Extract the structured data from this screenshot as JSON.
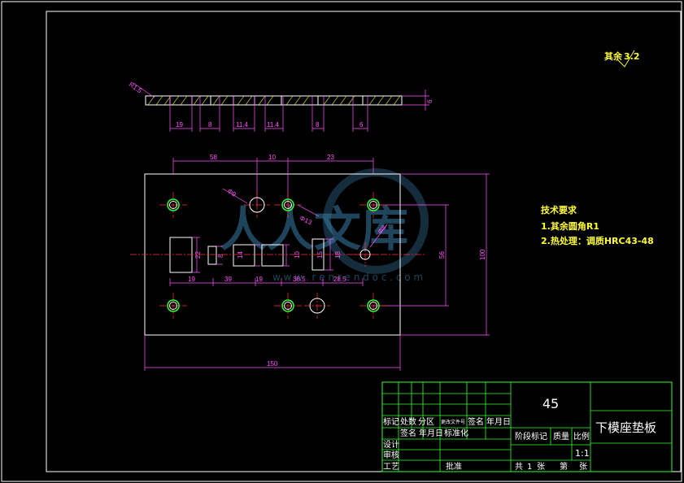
{
  "colors": {
    "background": "#000000",
    "frame": "#ffffff",
    "dimension": "#ff55ff",
    "hole_center": "#ff3333",
    "hole_ring": "#33ff33",
    "note_text": "#ffff33",
    "title_grid": "#33ff33",
    "watermark": "#3a7fa8"
  },
  "surface_finish": {
    "label": "其余",
    "value": "3.2"
  },
  "side_view": {
    "chamfer_label": "R1.5",
    "dims": [
      "19",
      "8",
      "11.4",
      "11.4",
      "8",
      "6"
    ],
    "thickness": "6"
  },
  "plan_view": {
    "top_dims": [
      "58",
      "10",
      "23"
    ],
    "hole_callouts": [
      "Φ9",
      "Φ13",
      "Φ8"
    ],
    "slot_dims": [
      "22",
      "8",
      "14",
      "10",
      "15",
      "18"
    ],
    "bottom_dims": [
      "19",
      "39",
      "19",
      "38.5",
      "28.5"
    ],
    "right_dims": [
      "56",
      "100"
    ],
    "overall_width": "150"
  },
  "tech_requirements": {
    "title": "技术要求",
    "items": [
      "1.其余圆角R1",
      "2.热处理：调质HRC43-48"
    ]
  },
  "watermark": {
    "main": "人人文库",
    "url": "w w w . r e n r e n d o c . c o m"
  },
  "title_block": {
    "material": "45",
    "part_name": "下模座垫板",
    "headers_row1": [
      "标记",
      "处数",
      "分区",
      "更改文件号",
      "签名",
      "年月日"
    ],
    "headers_row2": [
      "签名",
      "年月日",
      "标准化"
    ],
    "roles": [
      "设计",
      "审核",
      "工艺"
    ],
    "approve": "批准",
    "stage_headers": [
      "阶段标记",
      "质量",
      "比例"
    ],
    "scale": "1:1",
    "sheet_info": [
      "共",
      "1",
      "张",
      "第",
      "张"
    ]
  }
}
